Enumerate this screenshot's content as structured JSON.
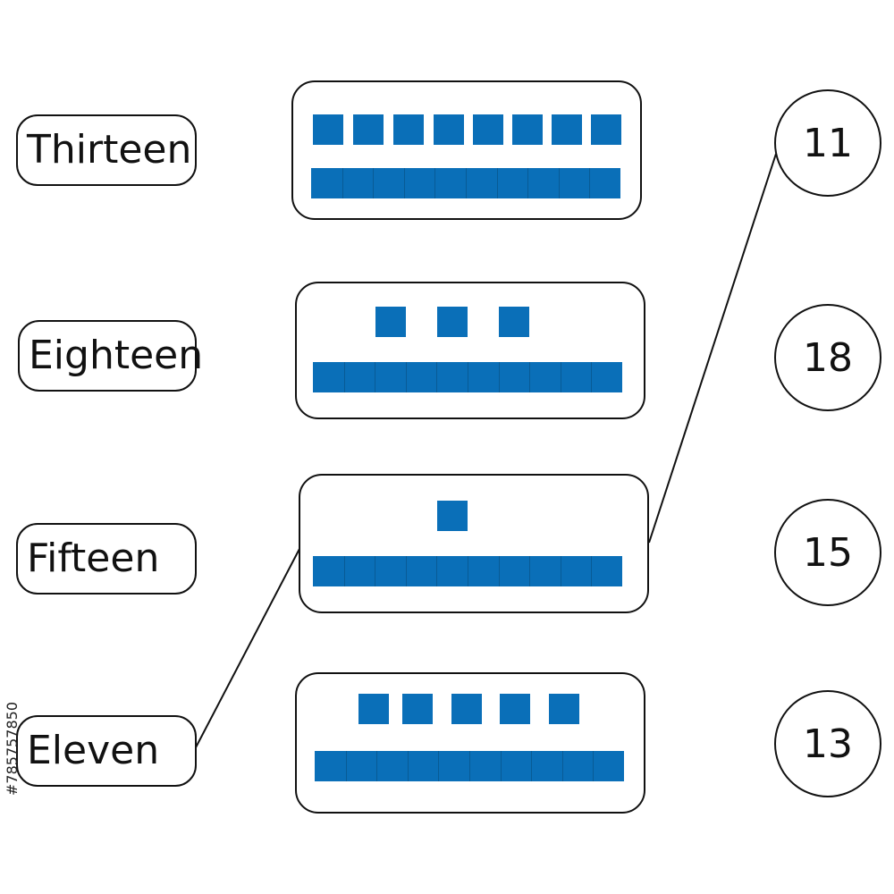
{
  "block_color": "#0a6fb8",
  "words": [
    {
      "label": "Thirteen"
    },
    {
      "label": "Eighteen"
    },
    {
      "label": "Fifteen"
    },
    {
      "label": "Eleven"
    }
  ],
  "block_cards": [
    {
      "tens": 1,
      "ones": 8
    },
    {
      "tens": 1,
      "ones": 3
    },
    {
      "tens": 1,
      "ones": 1
    },
    {
      "tens": 1,
      "ones": 5
    }
  ],
  "numbers": [
    {
      "label": "11"
    },
    {
      "label": "18"
    },
    {
      "label": "15"
    },
    {
      "label": "13"
    }
  ],
  "connections": [
    {
      "from": "word-eleven",
      "to": "card-3"
    },
    {
      "from": "card-3",
      "to": "number-11"
    }
  ],
  "stock_id": "#785757850"
}
